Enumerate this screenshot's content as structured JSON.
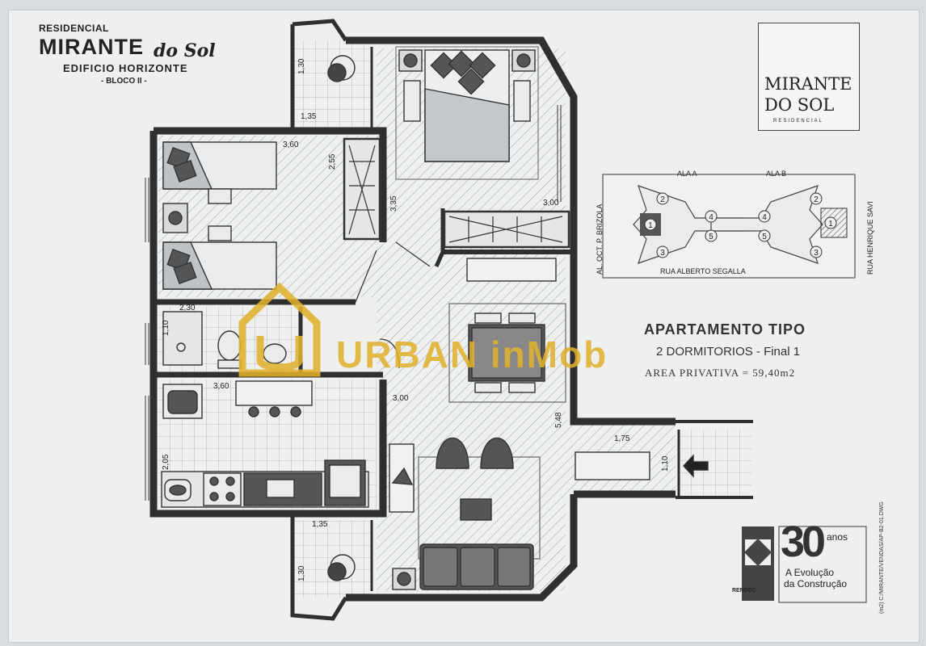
{
  "brand": {
    "residencial": "RESIDENCIAL",
    "name_main": "MIRANTE",
    "name_script": "do Sol",
    "building": "EDIFICIO  HORIZONTE",
    "block": "- BLOCO II -"
  },
  "logo": {
    "line1": "MIRANTE",
    "line2": "DO SOL",
    "line3": "RESIDENCIAL"
  },
  "site_plan": {
    "wing_a": "ALA A",
    "wing_b": "ALA B",
    "street_left": "AL. OCT. P. BRIZOLA",
    "street_right": "RUA HENRIQUE SAVI",
    "street_bottom": "RUA ALBERTO SEGALLA",
    "unit_numbers": [
      "1",
      "2",
      "3",
      "4",
      "5"
    ]
  },
  "apartment": {
    "title": "APARTAMENTO TIPO",
    "subtitle": "2 DORMITORIOS - Final 1",
    "area": "AREA PRIVATIVA = 59,40m2"
  },
  "watermark": "URBAN inMob",
  "dimensions": {
    "balcony_top_h": "1,30",
    "balcony_top_w": "1,35",
    "bedroom2_w": "3,60",
    "bedroom2_h": "2,55",
    "hall_h": "3,35",
    "suite_w": "3,00",
    "bath_w": "2,30",
    "bath_h": "1,10",
    "kitchen_w": "3,60",
    "kitchen_h": "2,05",
    "living_w": "3,00",
    "living_h": "5,48",
    "entry_w": "1,75",
    "entry_h": "1,10",
    "balcony_bottom_w": "1,35",
    "balcony_bottom_h": "1,30"
  },
  "badge": {
    "years": "30",
    "years_suffix": "anos",
    "line1": "A Evolução",
    "line2": "da Construção",
    "seal": "RENDEC"
  },
  "file_ref": "(m2) C:/MIRANTE/VENDAS/AP-B2-01.DWG",
  "colors": {
    "wall": "#2f2f2f",
    "paper": "#eef0f0",
    "watermark": "#e0b02e"
  }
}
